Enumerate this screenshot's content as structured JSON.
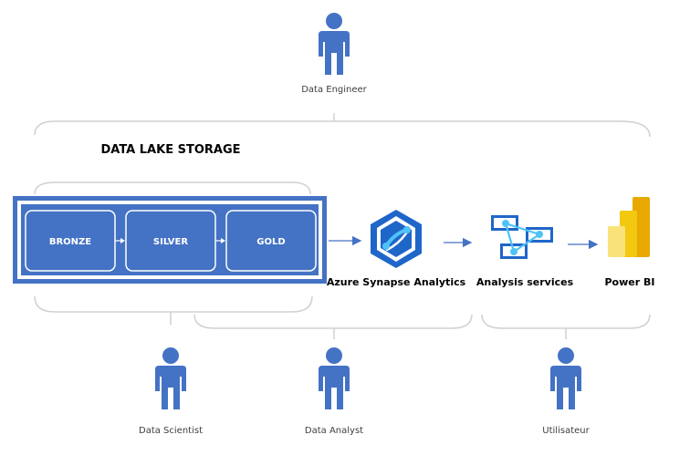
{
  "title": "DATA LAKE STORAGE",
  "colors": {
    "blue": "#4472C4",
    "person": "#4472C4",
    "bracket": "#D0D0D0",
    "text": "#000000",
    "label_text": "#404040",
    "synapse_dark": "#1F66C9",
    "synapse_light": "#4FC3F7",
    "powerbi_gold": "#F2C811",
    "powerbi_orange": "#E8A800",
    "powerbi_light": "#F9E27A"
  },
  "personas": {
    "engineer": "Data Engineer",
    "scientist": "Data Scientist",
    "analyst": "Data Analyst",
    "user": "Utilisateur"
  },
  "layers": {
    "bronze": "BRONZE",
    "silver": "SILVER",
    "gold": "GOLD"
  },
  "services": {
    "synapse": "Azure Synapse Analytics",
    "analysis": "Analysis services",
    "powerbi": "Power BI"
  },
  "icons": {
    "person": "person-icon",
    "synapse": "azure-synapse-icon",
    "analysis": "analysis-services-icon",
    "powerbi": "power-bi-icon"
  }
}
